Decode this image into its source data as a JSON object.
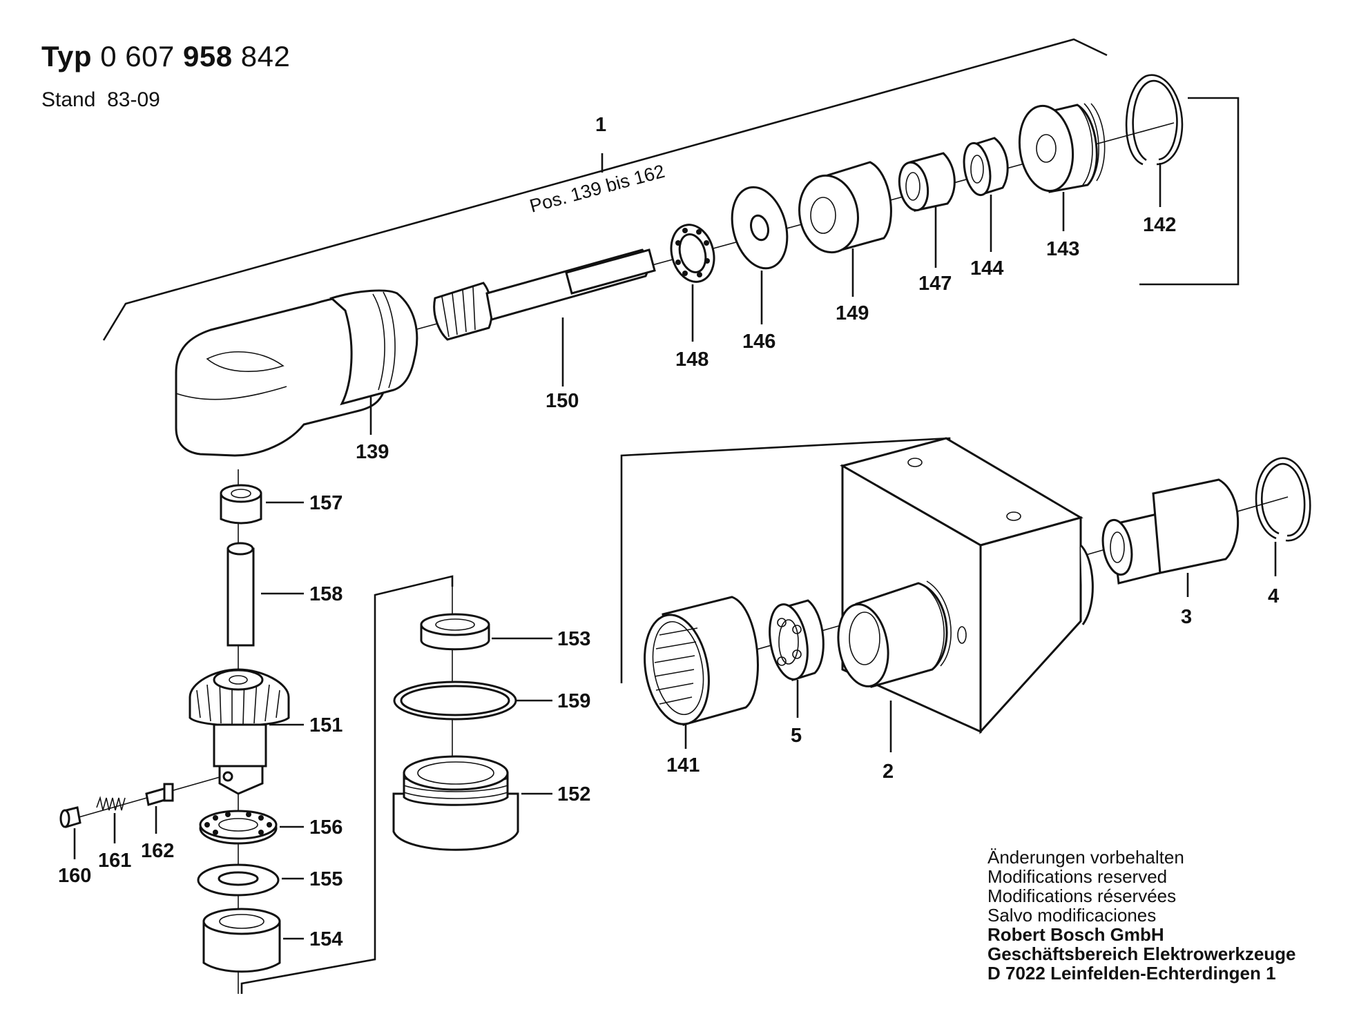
{
  "header": {
    "typ_label": "Typ",
    "typ_part1": "0 607",
    "typ_part2": "958",
    "typ_part3": "842",
    "stand_label": "Stand",
    "stand_value": "83-09"
  },
  "assembly": {
    "number": "1",
    "range_text": "Pos. 139 bis 162"
  },
  "labels": {
    "p1": "1",
    "p2": "2",
    "p3": "3",
    "p4": "4",
    "p5": "5",
    "p139": "139",
    "p141": "141",
    "p142": "142",
    "p143": "143",
    "p144": "144",
    "p146": "146",
    "p147": "147",
    "p148": "148",
    "p149": "149",
    "p150": "150",
    "p151": "151",
    "p152": "152",
    "p153": "153",
    "p154": "154",
    "p155": "155",
    "p156": "156",
    "p157": "157",
    "p158": "158",
    "p159": "159",
    "p160": "160",
    "p161": "161",
    "p162": "162"
  },
  "notes": {
    "de": "Änderungen vorbehalten",
    "en": "Modifications reserved",
    "fr": "Modifications réservées",
    "es": "Salvo modificaciones",
    "company": "Robert Bosch GmbH",
    "division": "Geschäftsbereich Elektrowerkzeuge",
    "address": "D 7022 Leinfelden-Echterdingen 1"
  }
}
